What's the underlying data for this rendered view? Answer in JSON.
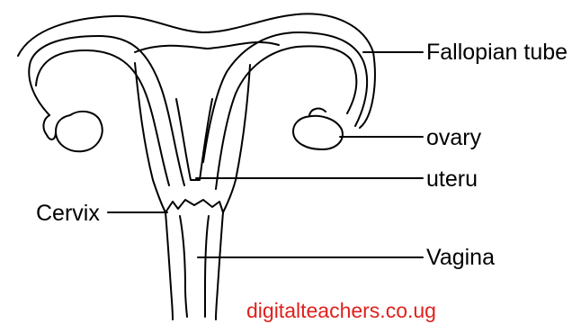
{
  "labels": {
    "fallopian_tube": "Fallopian tube",
    "ovary": "ovary",
    "uterus": "uteru",
    "cervix": "Cervix",
    "vagina": "Vagina"
  },
  "watermark": {
    "text": "digitalteachers.co.ug",
    "color": "#e0201b"
  },
  "colors": {
    "line": "#000000",
    "background": "#ffffff"
  }
}
